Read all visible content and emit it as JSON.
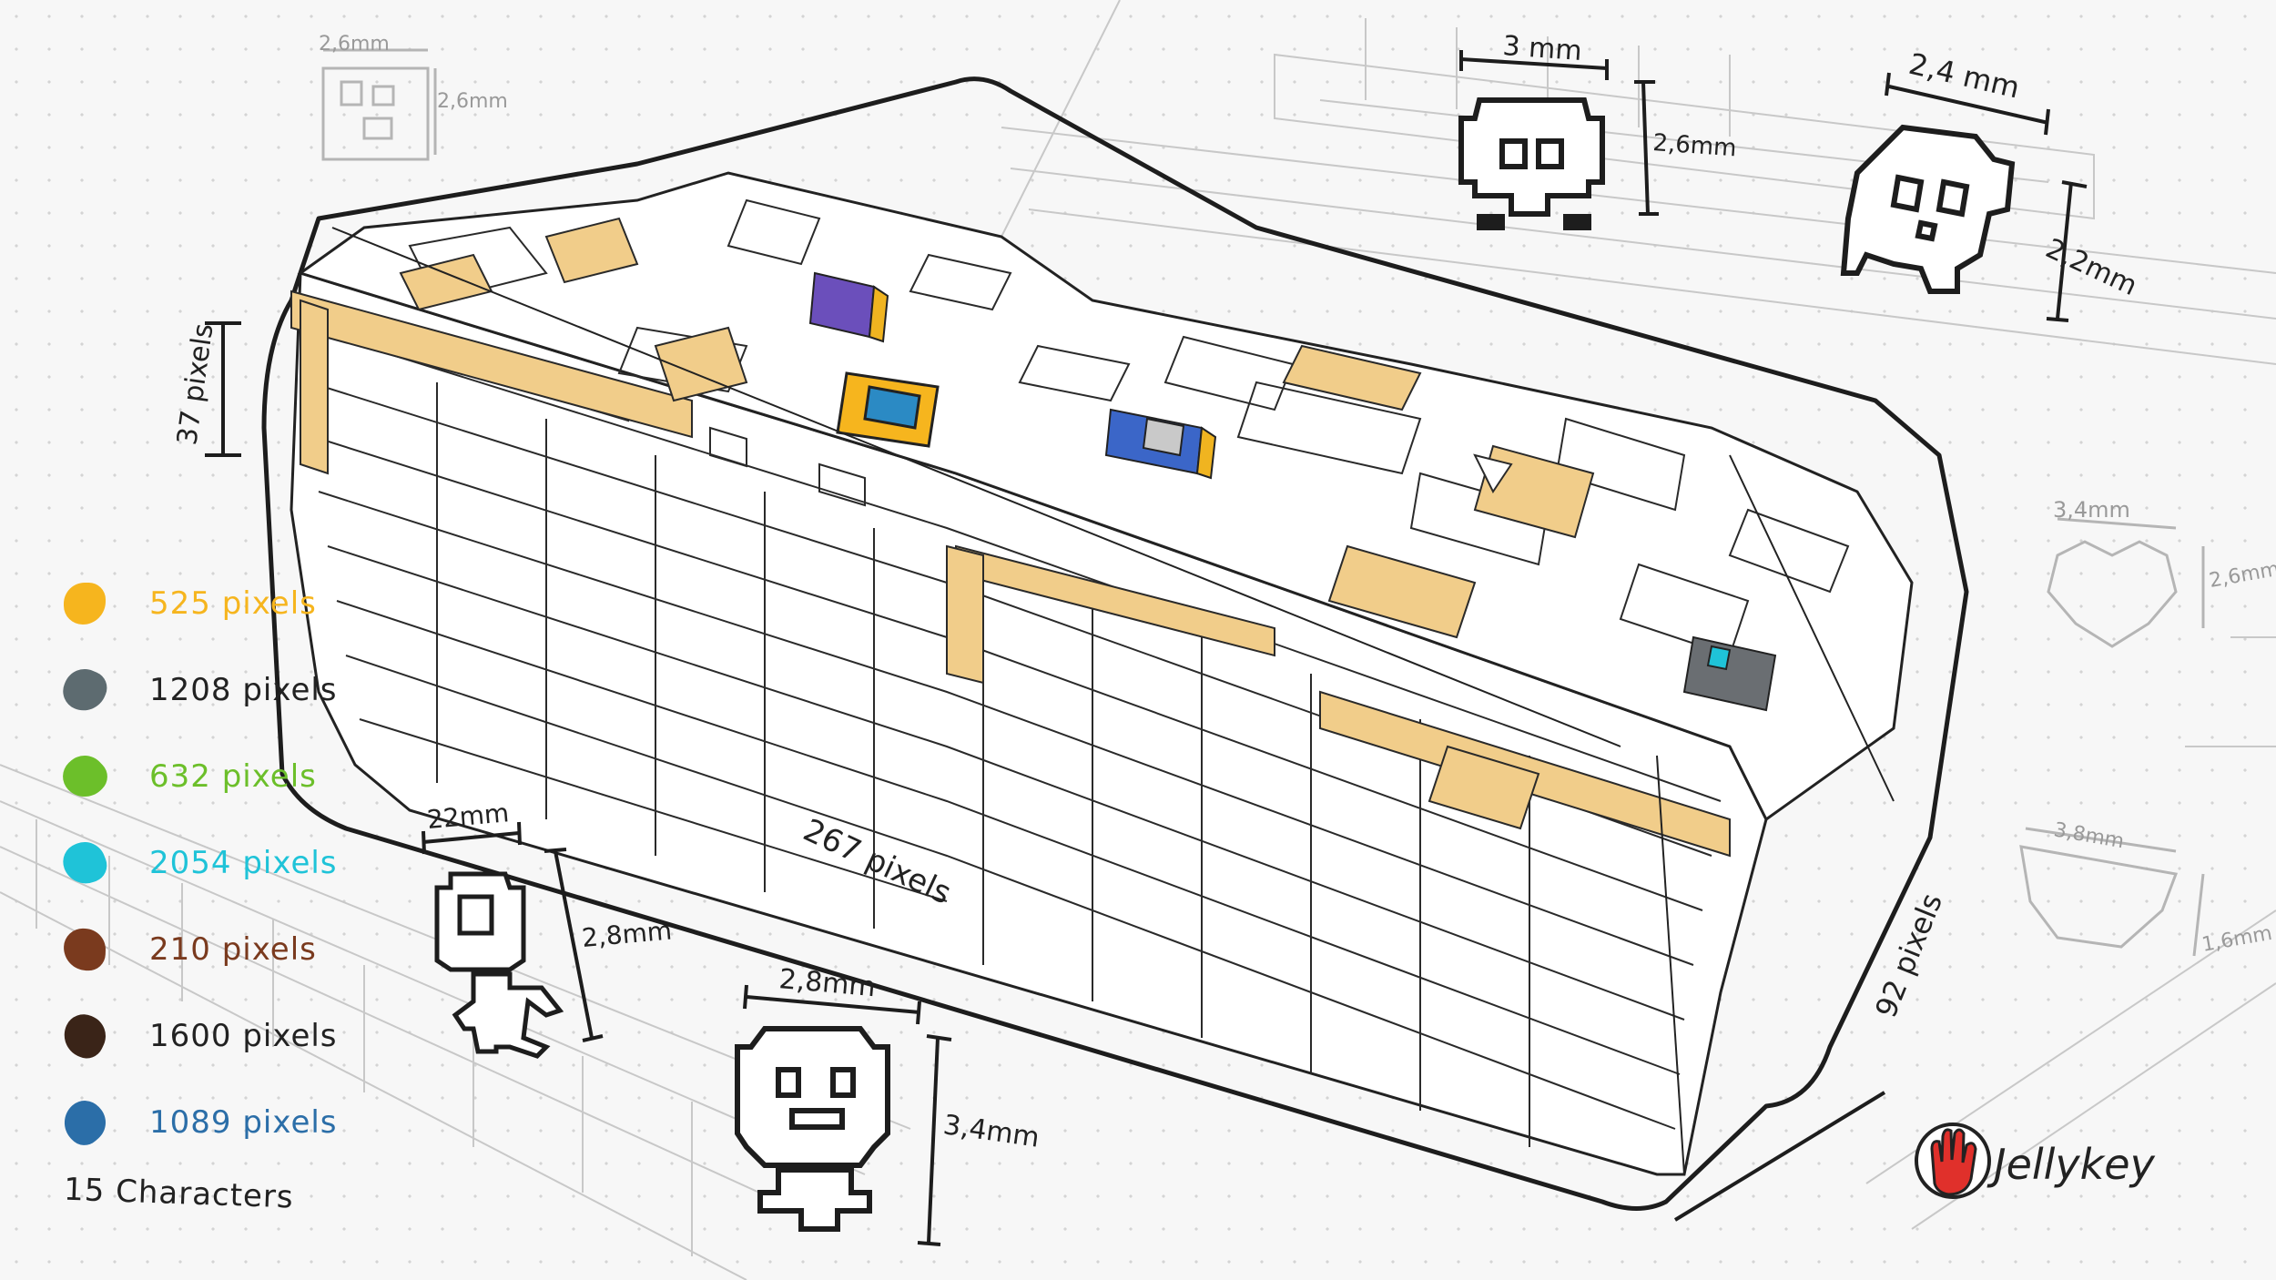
{
  "legend": [
    {
      "label": "525 pixels",
      "color": "#f6b51e"
    },
    {
      "label": "1208 pixels",
      "color": "#5d6b70"
    },
    {
      "label": "632 pixels",
      "color": "#6cbf2a"
    },
    {
      "label": "2054 pixels",
      "color": "#1fc3d8"
    },
    {
      "label": "210 pixels",
      "color": "#7a3a1e"
    },
    {
      "label": "1600 pixels",
      "color": "#3a2418"
    },
    {
      "label": "1089 pixels",
      "color": "#2b6ea8"
    }
  ],
  "characters_count": "15 Characters",
  "keycap": {
    "height_label": "37 pixels",
    "length_label": "267 pixels",
    "width_label": "92 pixels"
  },
  "characters": {
    "top_small": {
      "w": "2,6mm",
      "h": "2,6mm"
    },
    "top_robot": {
      "w": "3 mm",
      "h": "2,6mm"
    },
    "top_skull": {
      "w": "2,4 mm",
      "h": "2,2mm"
    },
    "right_heart": {
      "w": "3,4mm",
      "h": "2,6mm"
    },
    "right_cup": {
      "w": "3,8mm",
      "h": "1,6mm"
    },
    "bottom_robot": {
      "w": "22mm",
      "h": "2,8mm"
    },
    "bottom_head": {
      "w": "2,8mm",
      "h": "3,4mm"
    }
  },
  "brand": {
    "name": "Jellykey",
    "color": "#e0302b"
  }
}
